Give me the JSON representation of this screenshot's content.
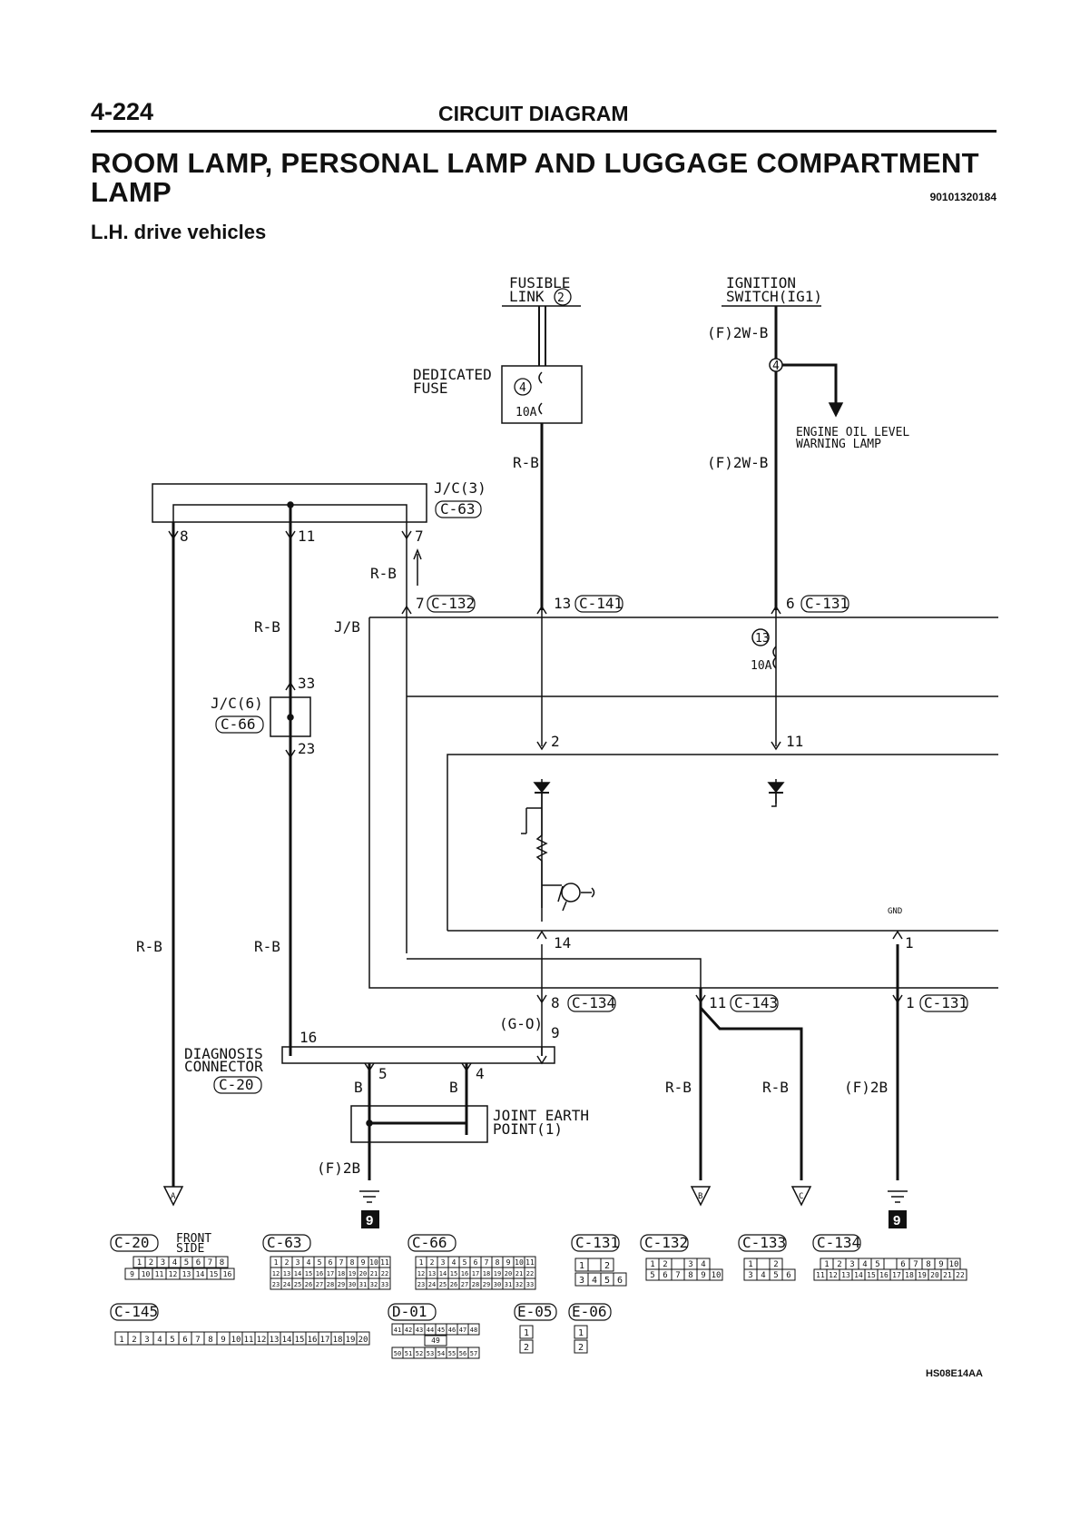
{
  "header": {
    "page_number": "4-224",
    "section": "CIRCUIT DIAGRAM",
    "title": "ROOM LAMP, PERSONAL LAMP AND LUGGAGE COMPARTMENT LAMP",
    "doc_code": "90101320184",
    "subtitle": "L.H. drive vehicles"
  },
  "sources": {
    "fusible_link_line1": "FUSIBLE",
    "fusible_link_line2": "LINK",
    "fusible_link_num": "2",
    "ignition_line1": "IGNITION",
    "ignition_line2": "SWITCH(IG1)"
  },
  "fuses": {
    "dedicated_line1": "DEDICATED",
    "dedicated_line2": "FUSE",
    "fuse4_num": "4",
    "fuse4_rating": "10A",
    "fuse13_num": "13",
    "fuse13_rating": "10A",
    "junction4": "4",
    "engine_oil_line1": "ENGINE OIL LEVEL",
    "engine_oil_line2": "WARNING LAMP"
  },
  "wires": {
    "rb": "R-B",
    "jb": "J/B",
    "b": "B",
    "go": "(G-O)",
    "f2wb": "(F)2W-B",
    "f2b": "(F)2B"
  },
  "junction_blocks": {
    "jc3_label": "J/C(3)",
    "jc3_conn": "C-63",
    "jc6_label": "J/C(6)",
    "jc6_conn": "C-66",
    "diag_line1": "DIAGNOSIS",
    "diag_line2": "CONNECTOR",
    "diag_conn": "C-20",
    "earth_line1": "JOINT EARTH",
    "earth_line2": "POINT(1)"
  },
  "pins": {
    "p8": "8",
    "p11": "11",
    "p7": "7",
    "p7b": "7",
    "c132": "C-132",
    "p13": "13",
    "c141": "C-141",
    "p6": "6",
    "c131": "C-131",
    "p33": "33",
    "p23": "23",
    "p2": "2",
    "p11b": "11",
    "p14": "14",
    "p1": "1",
    "gnd": "GND",
    "p8b": "8",
    "c134": "C-134",
    "p11c": "11",
    "c143": "C-143",
    "p1b": "1",
    "c131b": "C-131",
    "p16": "16",
    "p9": "9",
    "p5": "5",
    "p4": "4"
  },
  "terminals": {
    "a": "A",
    "b": "B",
    "c": "C",
    "ground_ref": "9"
  },
  "connectors": {
    "c20": "C-20",
    "front_line1": "FRONT",
    "front_line2": "SIDE",
    "c63": "C-63",
    "c66": "C-66",
    "c131": "C-131",
    "c132": "C-132",
    "c133": "C-133",
    "c134": "C-134",
    "c145": "C-145",
    "d01": "D-01",
    "e05": "E-05",
    "e06": "E-06",
    "c20_row1": [
      "1",
      "2",
      "3",
      "4",
      "5",
      "6",
      "7",
      "8"
    ],
    "c20_row2": [
      "9",
      "10",
      "11",
      "12",
      "13",
      "14",
      "15",
      "16"
    ],
    "c63_row1": [
      "1",
      "2",
      "3",
      "4",
      "5",
      "6",
      "7",
      "8",
      "9",
      "10",
      "11"
    ],
    "c63_row2": [
      "12",
      "13",
      "14",
      "15",
      "16",
      "17",
      "18",
      "19",
      "20",
      "21",
      "22"
    ],
    "c63_row3": [
      "23",
      "24",
      "25",
      "26",
      "27",
      "28",
      "29",
      "30",
      "31",
      "32",
      "33"
    ],
    "c131_row1": [
      "1",
      "",
      "2"
    ],
    "c131_row2": [
      "3",
      "4",
      "5",
      "6"
    ],
    "c132_row1": [
      "1",
      "2",
      "",
      "3",
      "4"
    ],
    "c132_row2": [
      "5",
      "6",
      "7",
      "8",
      "9",
      "10"
    ],
    "c133_row1": [
      "1",
      "",
      "2"
    ],
    "c133_row2": [
      "3",
      "4",
      "5",
      "6"
    ],
    "c134_row1": [
      "1",
      "2",
      "3",
      "4",
      "5",
      "",
      "6",
      "7",
      "8",
      "9",
      "10"
    ],
    "c134_row2": [
      "11",
      "12",
      "13",
      "14",
      "15",
      "16",
      "17",
      "18",
      "19",
      "20",
      "21",
      "22"
    ],
    "c145_row": [
      "1",
      "2",
      "3",
      "4",
      "5",
      "6",
      "7",
      "8",
      "9",
      "10",
      "11",
      "12",
      "13",
      "14",
      "15",
      "16",
      "17",
      "18",
      "19",
      "20"
    ],
    "d01_row1": [
      "41",
      "42",
      "43",
      "44",
      "45",
      "46",
      "47",
      "48"
    ],
    "d01_mid": "49",
    "d01_row2": [
      "50",
      "51",
      "52",
      "53",
      "54",
      "55",
      "56",
      "57"
    ],
    "e_row1": "1",
    "e_row2": "2"
  },
  "footer_code": "HS08E14AA"
}
